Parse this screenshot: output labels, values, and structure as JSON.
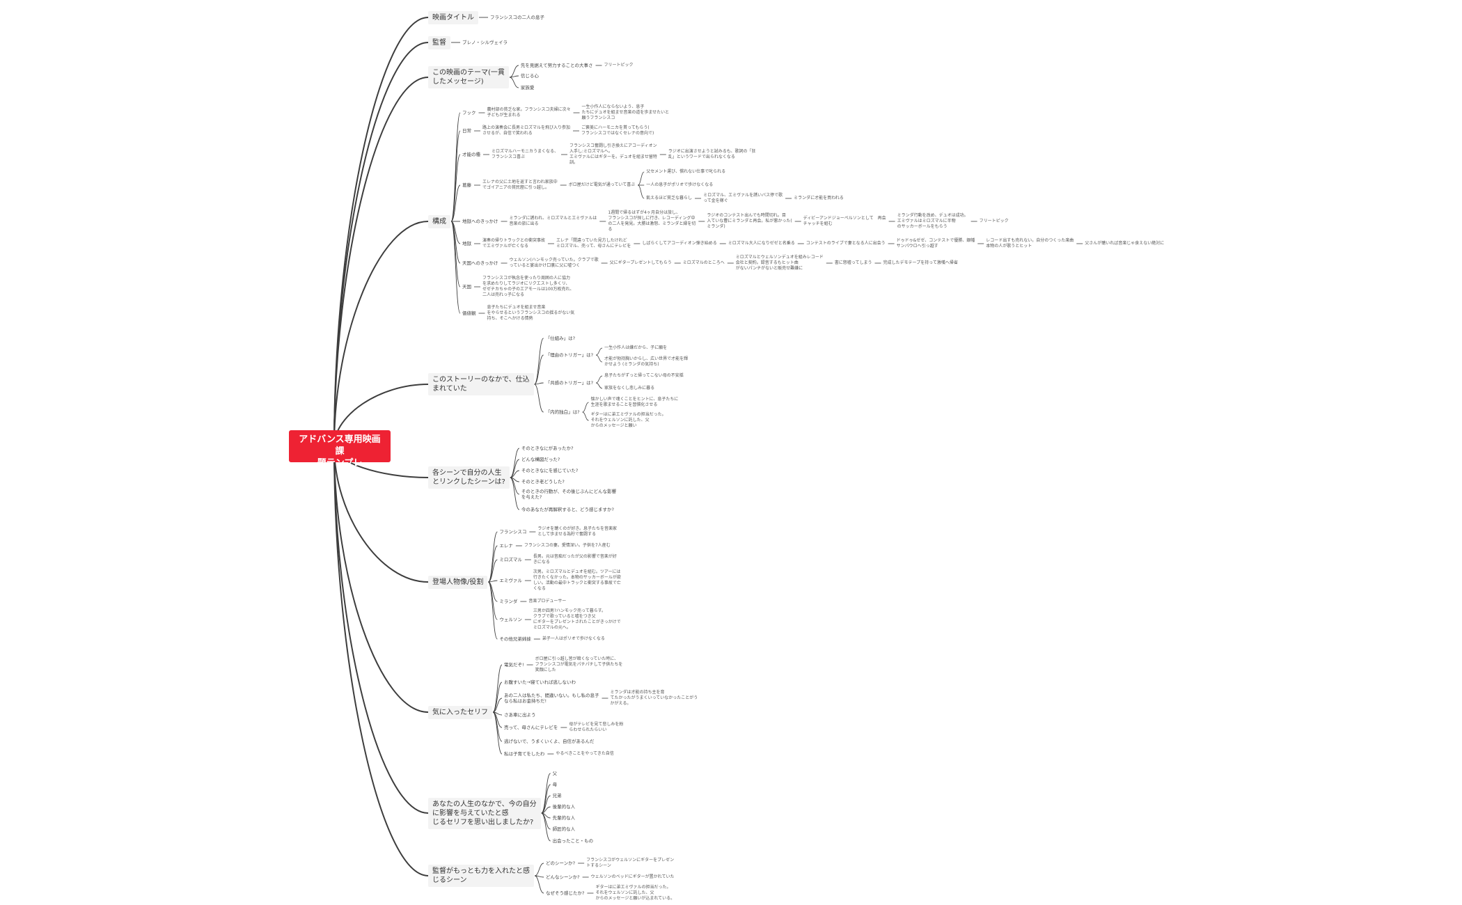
{
  "mindmap": {
    "root": "アドバンス専用映画課\n題テンプレ",
    "branches": [
      {
        "id": "title",
        "label": "映画タイトル",
        "children": [
          {
            "label": "フランシスコの二人の息子"
          }
        ]
      },
      {
        "id": "director",
        "label": "監督",
        "children": [
          {
            "label": "ブレノ・シルヴェイラ"
          }
        ]
      },
      {
        "id": "theme",
        "label": "この映画のテーマ(一貫\nしたメッセージ)",
        "children": [
          {
            "label": "先を見据えて努力することの大事さ",
            "children": [
              {
                "label": "フリートピック"
              }
            ]
          },
          {
            "label": "信じる心"
          },
          {
            "label": "家族愛"
          }
        ]
      },
      {
        "id": "structure",
        "label": "構成",
        "children": [
          {
            "label": "フック",
            "children": [
              {
                "label": "農村部の貧乏な家。フランシスコ夫婦に次々\n子どもが生まれる",
                "children": [
                  {
                    "label": "一生小作人にならないよう、息子\nたちにデュオを組ませ音楽の道を歩ませたいと\n願うフランシスコ"
                  }
                ]
              }
            ]
          },
          {
            "label": "日常",
            "children": [
              {
                "label": "路上の演奏会に長男ミロズマルを飛び入り参加\nさせるが、自信で笑われる",
                "children": [
                  {
                    "label": "ご褒美にハーモニカを貰ってもらう(\nフランシスコではなくセレナの意向で)"
                  }
                ]
              }
            ]
          },
          {
            "label": "才能の種",
            "children": [
              {
                "label": "ミロズマルハーモニカうまくなる、\nフランシスコ喜ぶ",
                "children": [
                  {
                    "label": "フランシスコ奮闘し引き換えにアコーディオン\n入手し:ミロズマルへ。\nエミヴァルにはギターを。デュオを組ませ留特\n訓。",
                    "children": [
                      {
                        "label": "ラジオに出演させようと試みるも、歌詞の「狂\n乱」というワードで出られなくなる"
                      }
                    ]
                  }
                ]
              }
            ]
          },
          {
            "label": "葛藤",
            "children": [
              {
                "label": "エレナの父に土地を返すと言われ家族中\nでゴイアニアの貧民窟に引っ越し。",
                "children": [
                  {
                    "label": "ボロ屋だけど電気が通っていて喜ぶ",
                    "children": [
                      {
                        "label": "父セメント運び、慣れない仕事で叱られる"
                      },
                      {
                        "label": "一人の息子がポリオで歩けなくなる"
                      },
                      {
                        "label": "飢えるほど貧乏な暮らし",
                        "children": [
                          {
                            "label": "ミロズマル、エミヴァルを誘いバス停で歌\nって金を稼ぐ",
                            "children": [
                              {
                                "label": "ミランダに才能を買われる"
                              }
                            ]
                          }
                        ]
                      }
                    ]
                  }
                ]
              }
            ]
          },
          {
            "label": "地獄へのきっかけ",
            "children": [
              {
                "label": "ミランダに誘われ、ミロズマルとエミヴァルは\n音楽の旅に出る",
                "children": [
                  {
                    "label": "1週間で帰るはずが4ヶ月自分は旅し、\nフランシスコが探しに行き、レコーディング中\nの二人を発見。大勝は激怒、ミランダと縁を切\nる",
                    "children": [
                      {
                        "label": "ラジオのコンテスト出んでも時間切れ。目\n入ていな曹にミランダと再会。私が悪かった(\nミランダ)",
                        "children": [
                          {
                            "label": "ディビーアンドジョーペルソンとして　再会\nチャッチを組む",
                            "children": [
                              {
                                "label": "ミランダ行動を改め、デュオは成功。\nエミヴァルはミロズマルに半物\nのサッカーボールをもらう",
                                "children": [
                                  {
                                    "label": "フリートピック"
                                  }
                                ]
                              }
                            ]
                          }
                        ]
                      }
                    ]
                  }
                ]
              }
            ]
          },
          {
            "label": "地獄",
            "children": [
              {
                "label": "演奏の帰りトラックとの衝突事故\nでエミヴァルが亡くなる",
                "children": [
                  {
                    "label": "エレナ「間違っていた見方したけれど\nミロズマル、売って、母さんにテレビを",
                    "children": [
                      {
                        "label": "しばらくしてアコーディオン弾き始める",
                        "children": [
                          {
                            "label": "ミロズマル大人になりゼゼと名乗る",
                            "children": [
                              {
                                "label": "コンテストのライブで妻となる人に出会う",
                                "children": [
                                  {
                                    "label": "ドゥドゥ&ゼゼ、コンテストで優勝、銀幡\nサンパウロへ引っ越す",
                                    "children": [
                                      {
                                        "label": "レコード出すも売れない。自分のつくった楽曲\n本物の人が歌うとヒット",
                                        "children": [
                                          {
                                            "label": "父さんが聴いれば音楽じゃ食えない絶対に"
                                          }
                                        ]
                                      }
                                    ]
                                  }
                                ]
                              }
                            ]
                          }
                        ]
                      }
                    ]
                  }
                ]
              }
            ]
          },
          {
            "label": "天国へのきっかけ",
            "children": [
              {
                "label": "ウェルソン(ハンモック売っていた。クラブで歌\nっていると宴出かけ口裏に父に嘘つく",
                "children": [
                  {
                    "label": "父にギタープレゼントしてもらう",
                    "children": [
                      {
                        "label": "ミロズマルのところへ",
                        "children": [
                          {
                            "label": "ミロズマルとウェルソンデュオを組みレコード\n会社と契約。録音するもヒット曲\nがないパンチがないと販売せ難嫌に",
                            "children": [
                              {
                                "label": "書に怒嘘ってしまう",
                                "children": [
                                  {
                                    "label": "完成したデモテープを持って激嘆へ帰省"
                                  }
                                ]
                              }
                            ]
                          }
                        ]
                      }
                    ]
                  }
                ]
              }
            ]
          },
          {
            "label": "天国",
            "children": [
              {
                "label": "フランシスコが執念を使ったり周囲の人に協力\nを求めたりしてラジオにリクエストし多くリ、\nゼゼチカちゃの子のエアモールは100万枚売れ、\n二人は売れっ子になる"
              }
            ]
          },
          {
            "label": "価値観",
            "children": [
              {
                "label": "息子たちにデュオを組ませ音楽\nをやらせるというフランシスコの揺るがない気\n持ち、そこへかける情熱"
              }
            ]
          }
        ]
      },
      {
        "id": "setup",
        "label": "このストーリーのなかで、仕込\nまれていた",
        "children": [
          {
            "label": "「仕組み」は?"
          },
          {
            "label": "「理由のトリガー」は?",
            "children": [
              {
                "label": "一生小作人は嫌だから、子に願を"
              },
              {
                "label": "才能が勃持胸いからし、広い世界で才能を輝\nかせよう (ミランダの気持ち)"
              }
            ]
          },
          {
            "label": "「共感のトリガー」は?",
            "children": [
              {
                "label": "息子たちがずっと帰ってこない母の不安揺"
              },
              {
                "label": "家族をなくし悲しみに暮る"
              }
            ]
          },
          {
            "label": "「内的独白」は?",
            "children": [
              {
                "label": "懐かしい声で魂くことをヒントに、息子たちに\n生涯を歌ませることを習慣化させる"
              },
              {
                "label": "ギターはに弟エミヴァルの担当だった。\nそれをウェルソンに託した、父\nからのメッセージと願い"
              }
            ]
          }
        ]
      },
      {
        "id": "scene",
        "label": "各シーンで自分の人生\nとリンクしたシーンは?",
        "children": [
          {
            "label": "そのときなにがあったか?"
          },
          {
            "label": "どんな構図だった?"
          },
          {
            "label": "そのときなにを感じていた?"
          },
          {
            "label": "そのとき老どうした?"
          },
          {
            "label": "そのときの行動が、その後じぶんにどんな影響\nを与えた?"
          },
          {
            "label": "今のあなたが再解釈すると、どう感じますか?"
          }
        ]
      },
      {
        "id": "characters",
        "label": "登場人物像/役割",
        "children": [
          {
            "label": "フランシスコ",
            "children": [
              {
                "label": "ラジオを聴くのが好き。息子たちを音楽家\nとして歩ませる為貯で奮闘する"
              }
            ]
          },
          {
            "label": "エレナ",
            "children": [
              {
                "label": "フランシスコの妻。愛情深い。子供を7人産む"
              }
            ]
          },
          {
            "label": "ミロズマル",
            "children": [
              {
                "label": "長男。元は音痴だったが父の影響で音楽が好\nきになる"
              }
            ]
          },
          {
            "label": "エミヴァル",
            "children": [
              {
                "label": "次男。ミロズマルとデュオを組む。ツアーには\n行きたくなかった。本物のサッカーボールが欲\nしい。活動の最中トラックと衝突する事故で亡\nくなる"
              }
            ]
          },
          {
            "label": "ミランダ",
            "children": [
              {
                "label": "音楽プロデューサー"
              }
            ]
          },
          {
            "label": "ウェルソン",
            "children": [
              {
                "label": "三男か四男?ハンモック売って暮らす。\nクラブで歌っていると嘘をつき父\nにギターをプレゼントされたことがきっかけで\nミロズマルの元へ。"
              }
            ]
          },
          {
            "label": "その他兄弟姉妹",
            "children": [
              {
                "label": "弟子一人はポリオで歩けなくなる"
              }
            ]
          }
        ]
      },
      {
        "id": "lines",
        "label": "気に入ったセリフ",
        "children": [
          {
            "label": "電気だぞ!",
            "children": [
              {
                "label": "ボロ屋に引っ越し皆が暗くなっていた時に、\nフランシスコが電気をパチパチして子供たちを\n笑顔にした"
              }
            ]
          },
          {
            "label": "お腹すいた→寝ていれば逃しないわ"
          },
          {
            "label": "あの二人は私たち、間違いない。もし私の息子\nなら私はお金持ちだ!",
            "children": [
              {
                "label": "ミランダは才能の持ち主を育\nてたかったがうまくいっていなかったことがう\nかがえる。"
              }
            ]
          },
          {
            "label": "さあ車に出よう"
          },
          {
            "label": "売って、母さんにテレビを",
            "children": [
              {
                "label": "母がテレビを見て悲しみを紛\nらわせられたらいい"
              }
            ]
          },
          {
            "label": "逃げないで、うまくいくよ、自信があるんだ"
          },
          {
            "label": "私は子育てをしたわ",
            "children": [
              {
                "label": "やるべきことをやってきた自信"
              }
            ]
          }
        ]
      },
      {
        "id": "influence",
        "label": "あなたの人生のなかで、今の自分\nに影響を与えていたと感\nじるセリフを思い出しましたか?",
        "children": [
          {
            "label": "父"
          },
          {
            "label": "母"
          },
          {
            "label": "兄弟"
          },
          {
            "label": "後輩的な人"
          },
          {
            "label": "先輩的な人"
          },
          {
            "label": "師匠的な人"
          },
          {
            "label": "出会ったこと・もの"
          }
        ]
      },
      {
        "id": "effort",
        "label": "監督がもっとも力を入れたと感\nじるシーン",
        "children": [
          {
            "label": "どのシーンか?",
            "children": [
              {
                "label": "フランシスコがウェルソンにギターをプレゼン\nトするシーン"
              }
            ]
          },
          {
            "label": "どんなシーンか?",
            "children": [
              {
                "label": "ウェルソンのベッドにギターが置かれていた"
              }
            ]
          },
          {
            "label": "なぜそう感じたか?",
            "children": [
              {
                "label": "ギターはに弟エミヴァルの担当だった。\nそれをウェルソンに託した、父\nからのメッセージと願いが込まれている。"
              }
            ]
          }
        ]
      }
    ]
  },
  "colors": {
    "root_bg": "#ee2233",
    "edge": "#3d3d3d",
    "main_bg": "#f3f3f3"
  }
}
